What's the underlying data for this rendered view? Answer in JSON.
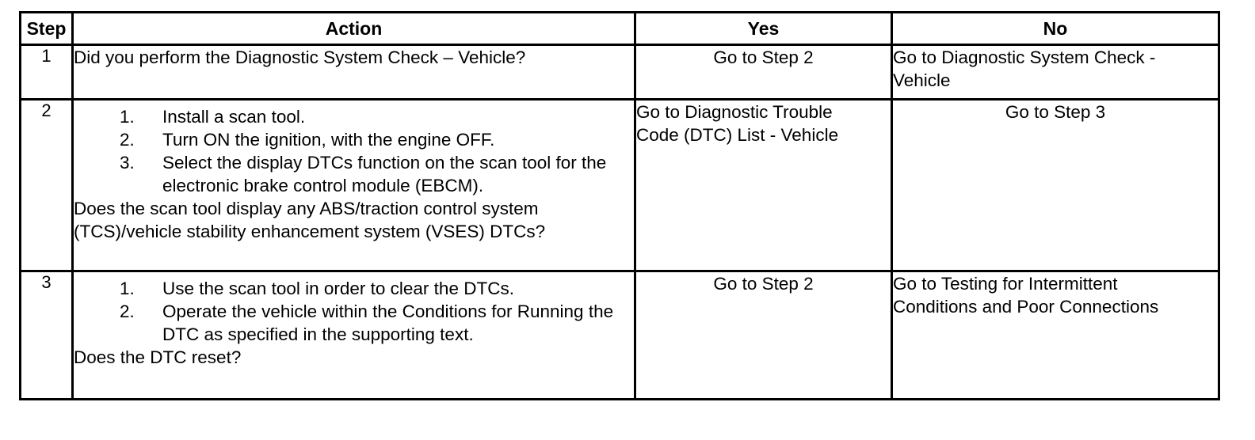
{
  "table": {
    "headers": {
      "step": "Step",
      "action": "Action",
      "yes": "Yes",
      "no": "No"
    },
    "rows": [
      {
        "step": "1",
        "action": {
          "list": [],
          "question": "Did you perform the Diagnostic System Check – Vehicle?"
        },
        "yes": "Go to Step 2",
        "no_line1": "Go to Diagnostic System Check -",
        "no_line2": "Vehicle"
      },
      {
        "step": "2",
        "action": {
          "list": [
            {
              "num": "1.",
              "text": "Install a scan tool."
            },
            {
              "num": "2.",
              "text": "Turn ON the ignition, with the engine OFF."
            },
            {
              "num": "3.",
              "text": "Select the display DTCs function on the scan tool for the electronic brake control module (EBCM)."
            }
          ],
          "question_line1": "Does the scan tool display any ABS/traction control system",
          "question_line2": "(TCS)/vehicle stability enhancement system (VSES) DTCs?"
        },
        "yes_line1": "Go to Diagnostic Trouble",
        "yes_line2": "Code (DTC) List - Vehicle",
        "no": "Go to Step 3"
      },
      {
        "step": "3",
        "action": {
          "list": [
            {
              "num": "1.",
              "text": "Use the scan tool in order to clear the DTCs."
            },
            {
              "num": "2.",
              "text": "Operate the vehicle within the Conditions for Running the DTC as specified in the supporting text."
            }
          ],
          "question": "Does the DTC reset?"
        },
        "yes": "Go to Step 2",
        "no_line1": "Go to Testing for Intermittent",
        "no_line2": "Conditions and Poor Connections"
      }
    ]
  },
  "colors": {
    "border": "#000000",
    "text": "#000000",
    "background": "#ffffff"
  }
}
